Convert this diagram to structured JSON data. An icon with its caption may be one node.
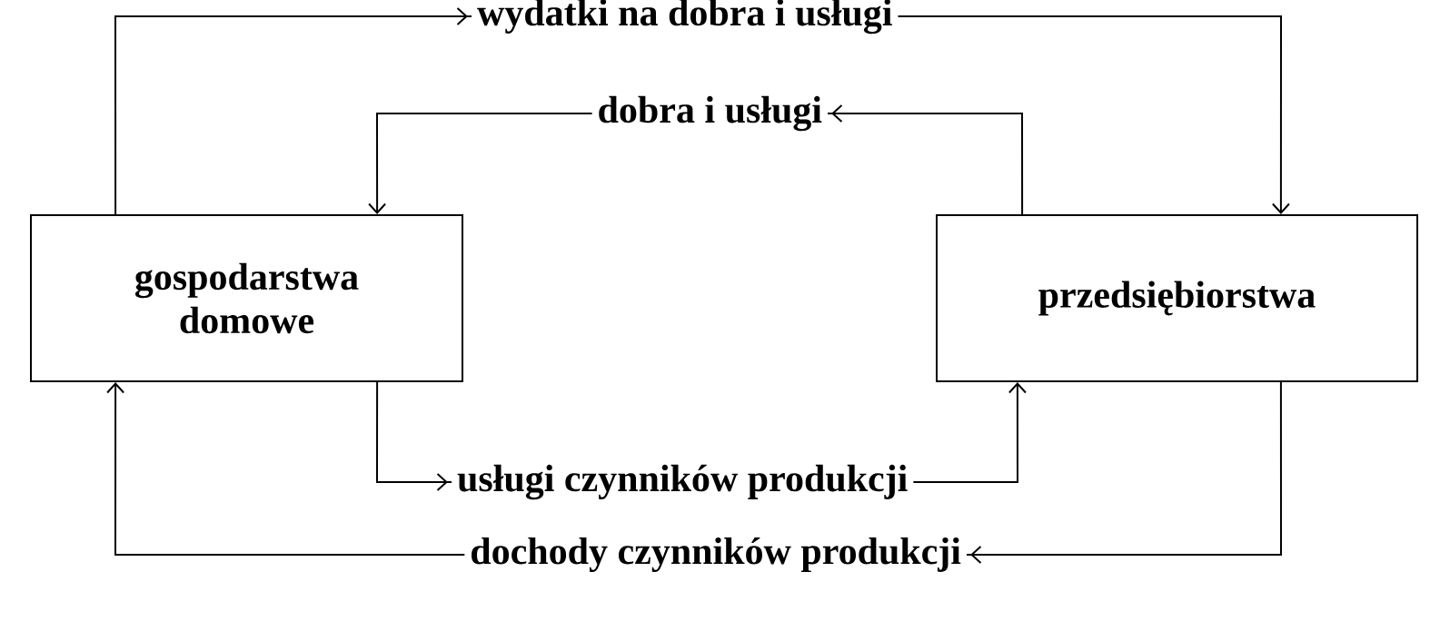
{
  "diagram": {
    "nodes": [
      {
        "text": [
          "gospodarstwa domowe"
        ]
      },
      {
        "text": [
          "przedsiębiorstwa"
        ]
      }
    ],
    "edges": [
      {
        "from": 0,
        "to": 1,
        "arrow": "to",
        "label": "wydatki na dobra i usługi"
      },
      {
        "from": 1,
        "to": 0,
        "arrow": "to",
        "label": "dobra i usługi"
      },
      {
        "from": 0,
        "to": 1,
        "arrow": "to",
        "label": "usługi czynników produkcji"
      },
      {
        "from": 1,
        "to": 0,
        "arrow": "to",
        "label": "dochody czynników produkcji"
      }
    ]
  }
}
